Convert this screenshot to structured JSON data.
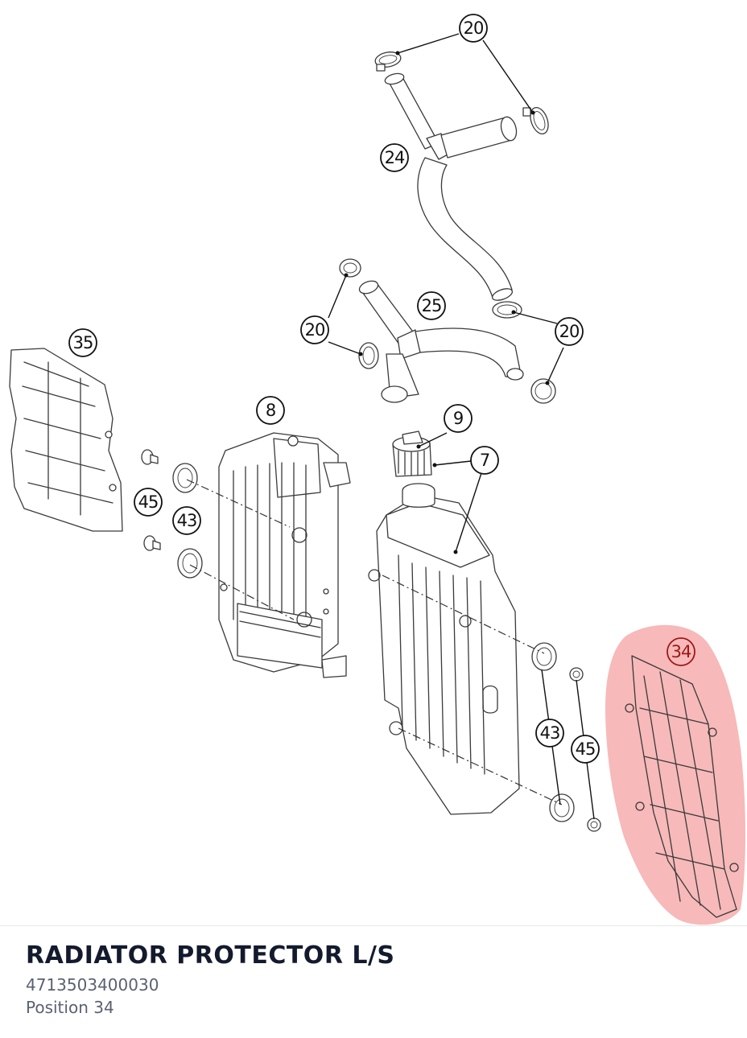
{
  "diagram": {
    "callouts": [
      {
        "label": "20"
      },
      {
        "label": "24"
      },
      {
        "label": "20"
      },
      {
        "label": "25"
      },
      {
        "label": "20"
      },
      {
        "label": "35"
      },
      {
        "label": "8"
      },
      {
        "label": "9"
      },
      {
        "label": "7"
      },
      {
        "label": "45"
      },
      {
        "label": "43"
      },
      {
        "label": "34"
      },
      {
        "label": "43"
      },
      {
        "label": "45"
      }
    ],
    "highlighted_label": "34",
    "highlight_color": "#f08080"
  },
  "part": {
    "name": "RADIATOR PROTECTOR L/S",
    "number": "4713503400030",
    "position": "Position 34"
  }
}
